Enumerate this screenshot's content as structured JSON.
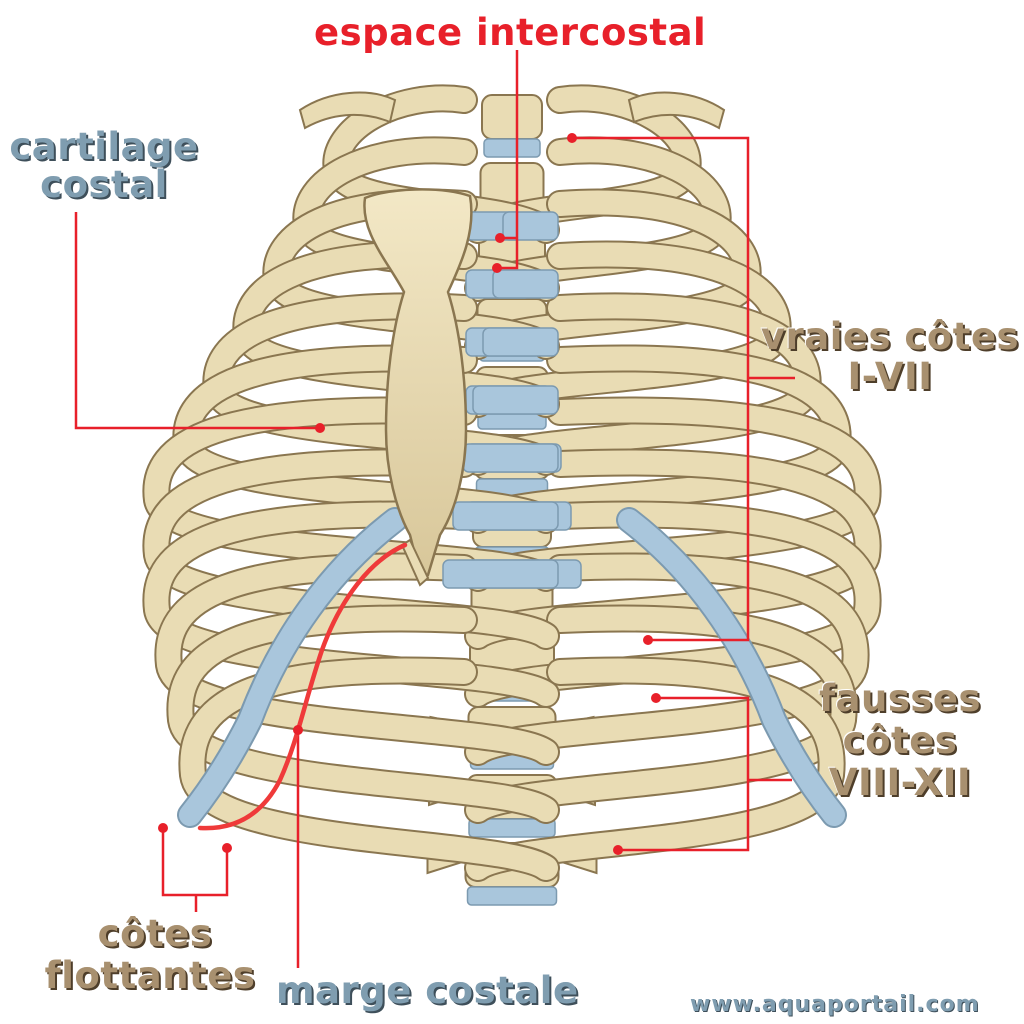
{
  "labels": {
    "intercostal": "espace intercostal",
    "cartilage_1": "cartilage",
    "cartilage_2": "costal",
    "vraies_1": "vraies côtes",
    "vraies_2": "I-VII",
    "fausses_1": "fausses",
    "fausses_2": "côtes",
    "fausses_3": "VIII-XII",
    "flottantes_1": "côtes",
    "flottantes_2": "flottantes",
    "marge": "marge costale"
  },
  "website": "www.aquaportail.com",
  "colors": {
    "bone": "#e9dcb4",
    "bone_outline": "#8a7650",
    "cartilage": "#a9c6dc",
    "leader": "#e8202a",
    "label_blue": "#7f9db0",
    "label_brown": "#a8906f"
  }
}
